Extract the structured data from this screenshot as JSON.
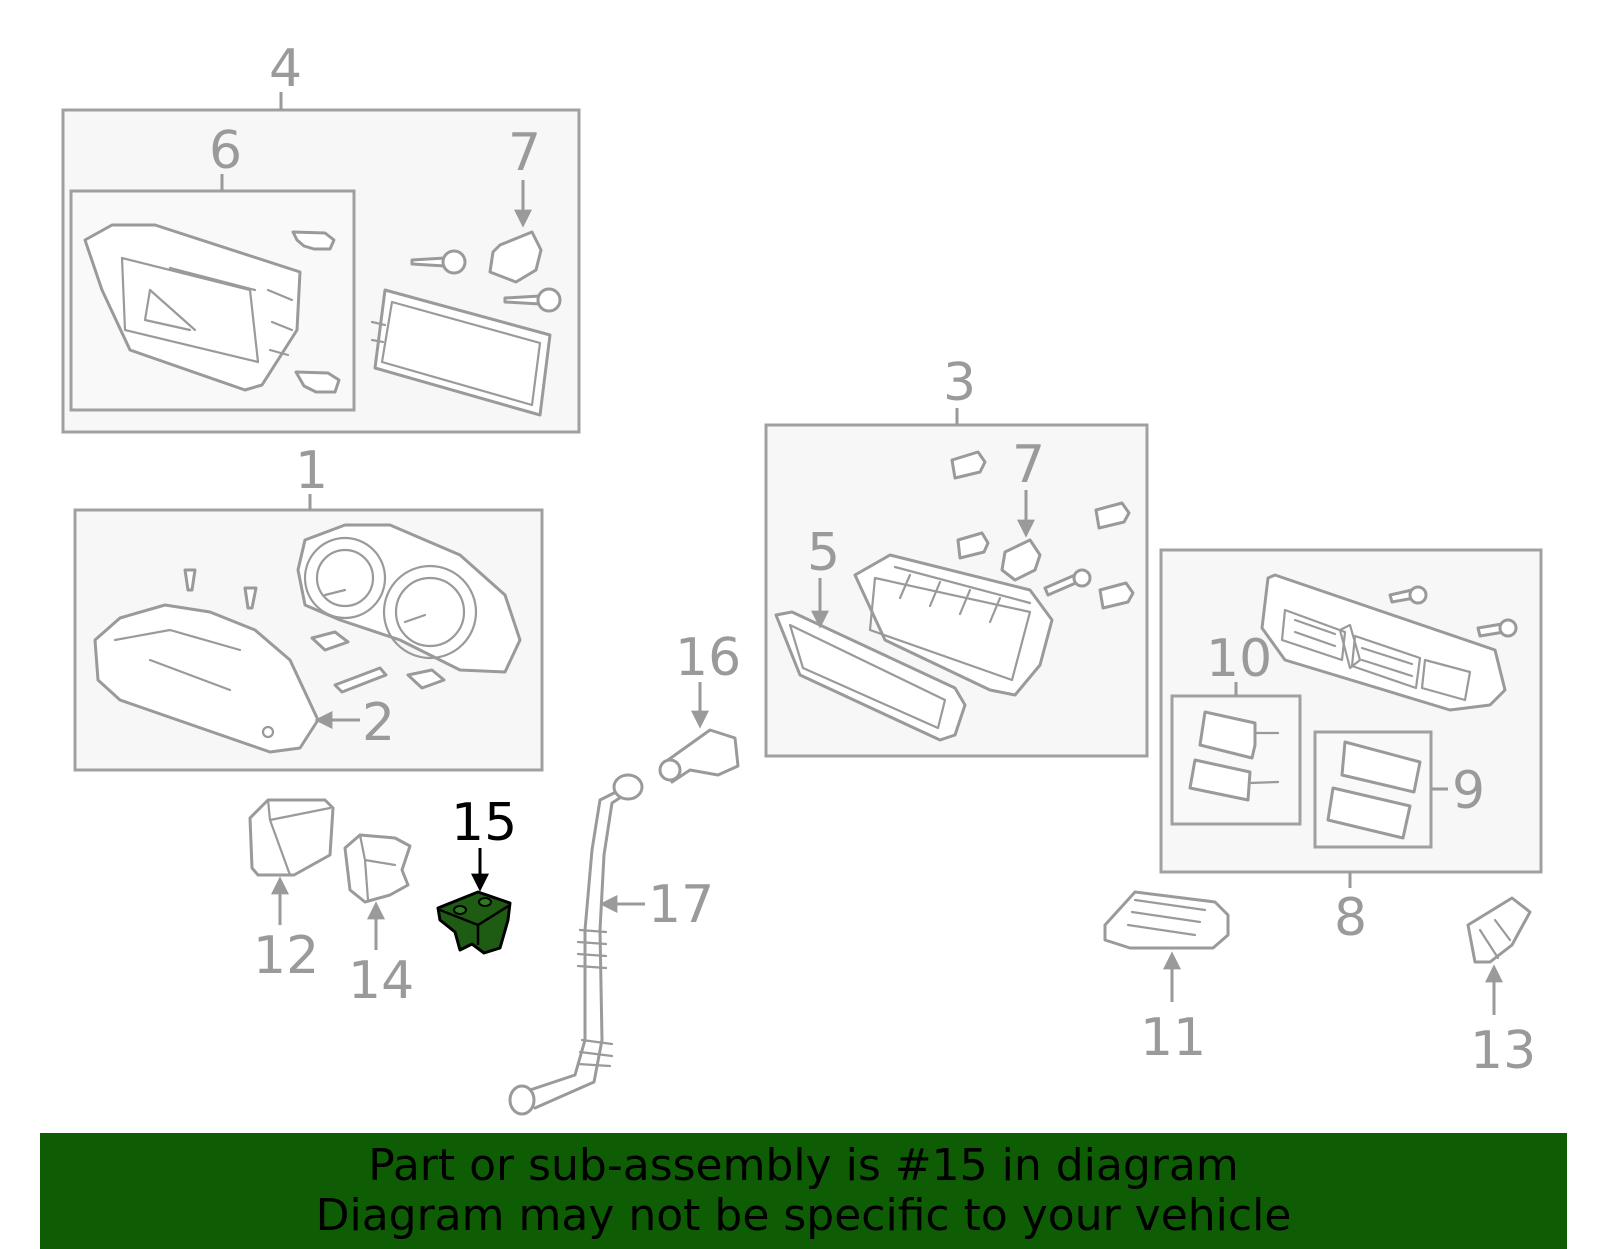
{
  "labels": {
    "1": "1",
    "2": "2",
    "3": "3",
    "4": "4",
    "5": "5",
    "6": "6",
    "7a": "7",
    "7b": "7",
    "8": "8",
    "9": "9",
    "10": "10",
    "11": "11",
    "12": "12",
    "13": "13",
    "14": "14",
    "15": "15",
    "16": "16",
    "17": "17"
  },
  "highlighted_part": "15",
  "colors": {
    "line": "#9a9a9a",
    "highlight": "#1e5c14",
    "banner": "#0e5d05",
    "box_fill": "#f7f7f7"
  },
  "banner": {
    "line1": "Part or sub-assembly is #15 in diagram",
    "line2": "Diagram may not be specific to your vehicle"
  }
}
